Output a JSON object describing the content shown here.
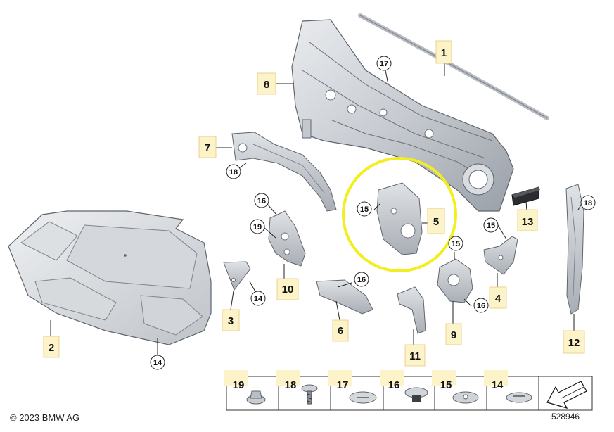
{
  "callouts": {
    "c1": "1",
    "c2": "2",
    "c3": "3",
    "c4": "4",
    "c5": "5",
    "c6": "6",
    "c7": "7",
    "c8": "8",
    "c9": "9",
    "c10": "10",
    "c11": "11",
    "c12": "12",
    "c13": "13",
    "r15a": "15",
    "r17": "17",
    "r18a": "18",
    "r16a": "16",
    "r19a": "19",
    "r14a": "14",
    "r16b": "16",
    "r15b": "15",
    "r15c": "15",
    "r16c": "16",
    "r18b": "18",
    "r14b": "14"
  },
  "legend": {
    "items": [
      {
        "num": "19",
        "part": "hex-flange-nut"
      },
      {
        "num": "18",
        "part": "push-rivet"
      },
      {
        "num": "17",
        "part": "expanding-rivet"
      },
      {
        "num": "16",
        "part": "push-button-clip"
      },
      {
        "num": "15",
        "part": "clip-nut"
      },
      {
        "num": "14",
        "part": "expanding-rivet-small"
      },
      {
        "num": "",
        "part": "arrow-icon"
      }
    ]
  },
  "footer": {
    "copyright": "© 2023 BMW AG",
    "diagram_id": "528946"
  },
  "highlight_color": "#f3ee1f",
  "label_box_color": "#fdf3c9"
}
